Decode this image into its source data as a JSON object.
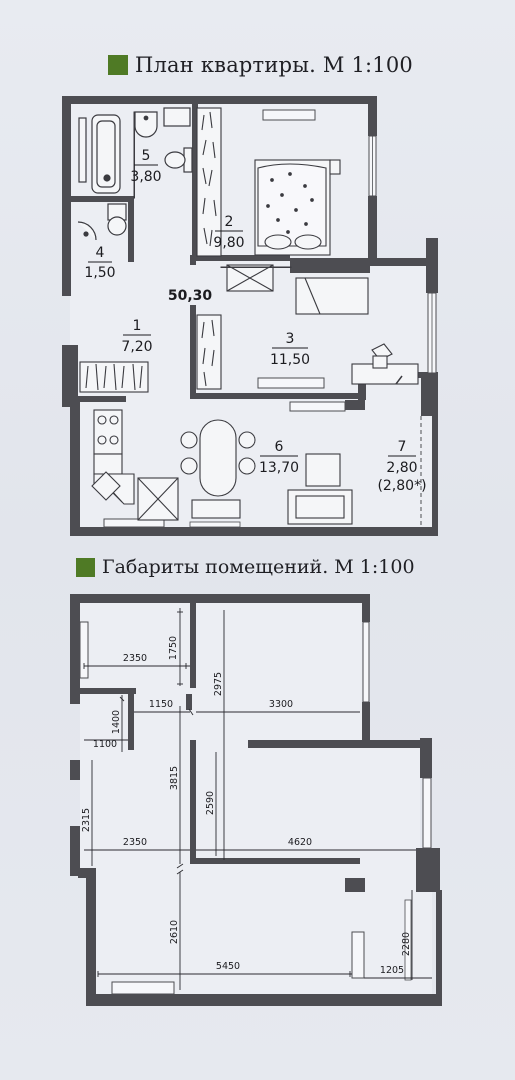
{
  "plan": {
    "title": "План квартиры. М 1:100",
    "total_area": "50,30",
    "rooms": [
      {
        "number": "1",
        "area": "7,20"
      },
      {
        "number": "2",
        "area": "9,80"
      },
      {
        "number": "3",
        "area": "11,50"
      },
      {
        "number": "4",
        "area": "1,50"
      },
      {
        "number": "5",
        "area": "3,80"
      },
      {
        "number": "6",
        "area": "13,70"
      },
      {
        "number": "7",
        "area": "2,80",
        "note": "(2,80*)"
      }
    ]
  },
  "dimensions": {
    "title": "Габариты помещений. М 1:100",
    "values": [
      "1750",
      "2350",
      "2975",
      "1150",
      "3300",
      "1400",
      "1100",
      "3815",
      "2590",
      "2315",
      "2350",
      "4620",
      "2610",
      "2280",
      "5450",
      "1205"
    ]
  },
  "colors": {
    "wall": "#4d4d52",
    "accent_square": "#4f7a25"
  }
}
